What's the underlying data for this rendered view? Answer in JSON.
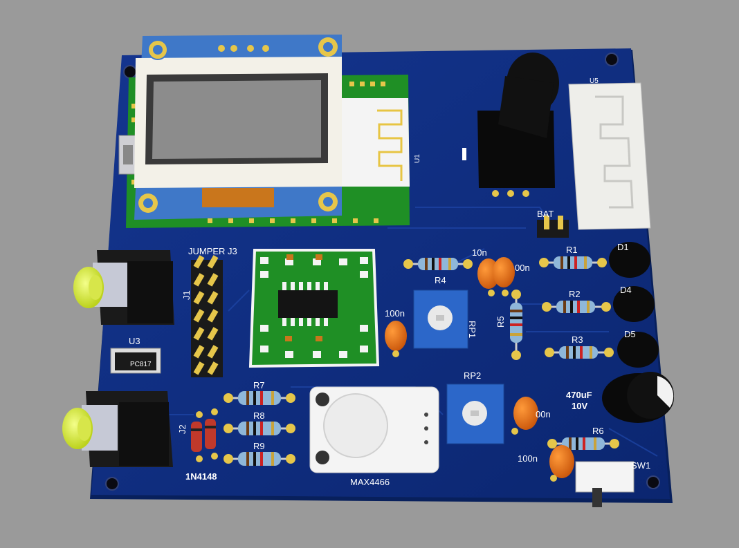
{
  "board": {
    "colors": {
      "background": "#9a9a9a",
      "pcb": "#0d2b7a",
      "pcb_edge": "#08205c",
      "silkscreen": "#ffffff",
      "pad_gold": "#e6c64a",
      "cap_orange": "#e36b10",
      "pot_blue": "#2c67c9",
      "module_green": "#1f8f25"
    }
  },
  "labels": {
    "u1": "U1",
    "u3": "U3",
    "u5": "U5",
    "pc817": "PC817",
    "jumper_j3": "JUMPER J3",
    "j1": "J1",
    "j2": "J2",
    "r1": "R1",
    "r2": "R2",
    "r3": "R3",
    "r4": "R4",
    "r5": "R5",
    "r6": "R6",
    "r7": "R7",
    "r8": "R8",
    "r9": "R9",
    "rp1": "RP1",
    "rp2": "RP2",
    "d1": "D1",
    "d4": "D4",
    "d5": "D5",
    "bat": "BAT",
    "sw1": "SW1",
    "cap_10n": "10n",
    "cap_100n_top": "00n",
    "cap_100n_mid": "100n",
    "cap_100n_rp2": "00n",
    "cap_100n_bottom": "100n",
    "elcap_value": "470uF",
    "elcap_voltage": "10V",
    "diode_1n4148": "1N4148",
    "max4466": "MAX4466"
  }
}
